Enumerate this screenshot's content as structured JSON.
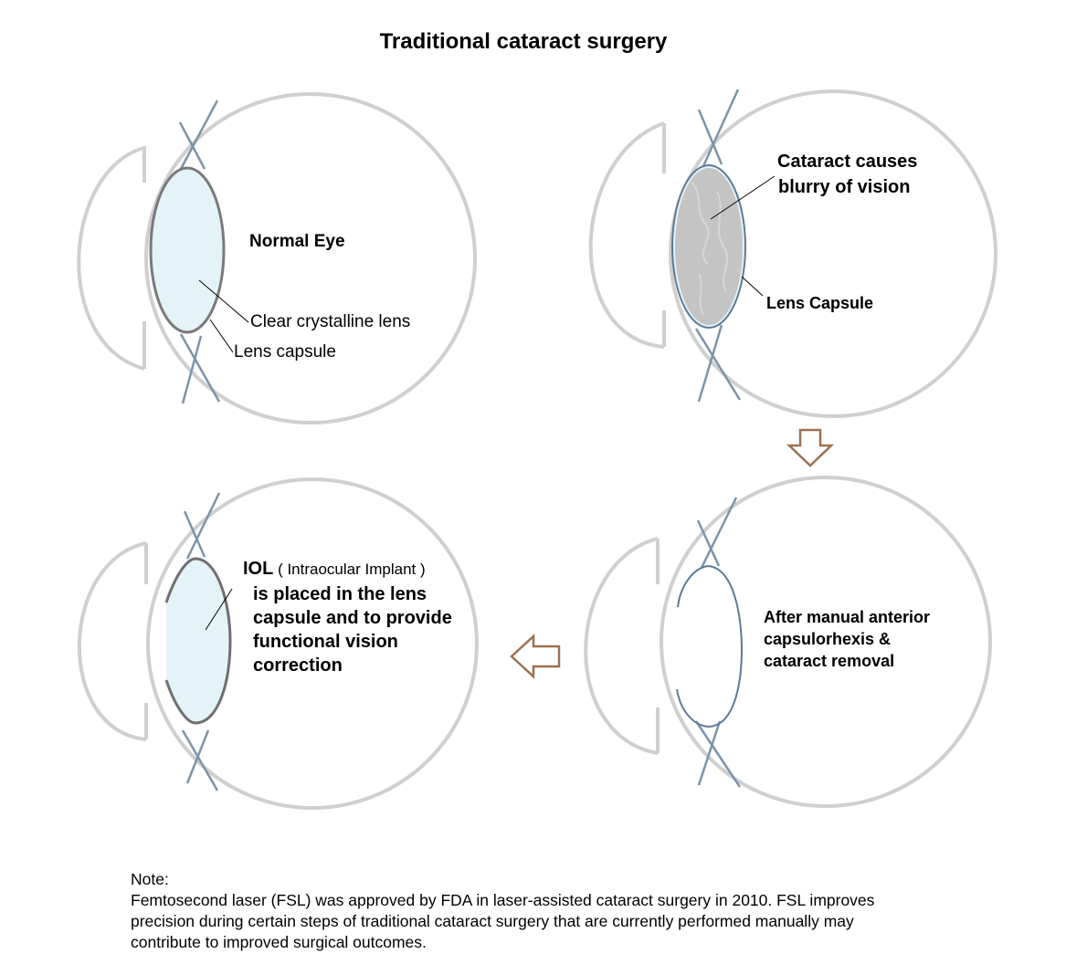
{
  "title": "Traditional cataract surgery",
  "panels": {
    "normal": {
      "heading": "Normal Eye",
      "lens_label": "Clear crystalline lens",
      "capsule_label": "Lens capsule"
    },
    "cataract": {
      "heading_line1": "Cataract  causes",
      "heading_line2": "blurry of vision",
      "capsule_label": "Lens Capsule"
    },
    "removal": {
      "line1": "After manual anterior",
      "line2": "capsulorhexis &",
      "line3": "cataract removal"
    },
    "iol": {
      "abbr": "IOL",
      "expansion": " ( Intraocular Implant )",
      "line1": "is placed in the lens",
      "line2": "capsule and to provide",
      "line3": "functional vision",
      "line4": "correction"
    }
  },
  "note": {
    "label": "Note:",
    "line1": "Femtosecond laser (FSL) was approved by FDA in laser-assisted cataract surgery in 2010. FSL improves",
    "line2": "precision during certain steps of traditional cataract surgery that are currently performed manually may",
    "line3": "contribute to improved surgical outcomes."
  },
  "colors": {
    "eye_outline": "#cfcfcf",
    "zonule": "#7d93a8",
    "lens_fill": "#e4f3f8",
    "lens_outline": "#7a7a7a",
    "capsule_blue": "#5e7a96",
    "cataract_fill": "#c4c4c4",
    "arrow": "#9c7150"
  },
  "icons": [
    "down-arrow-icon",
    "left-arrow-icon"
  ]
}
